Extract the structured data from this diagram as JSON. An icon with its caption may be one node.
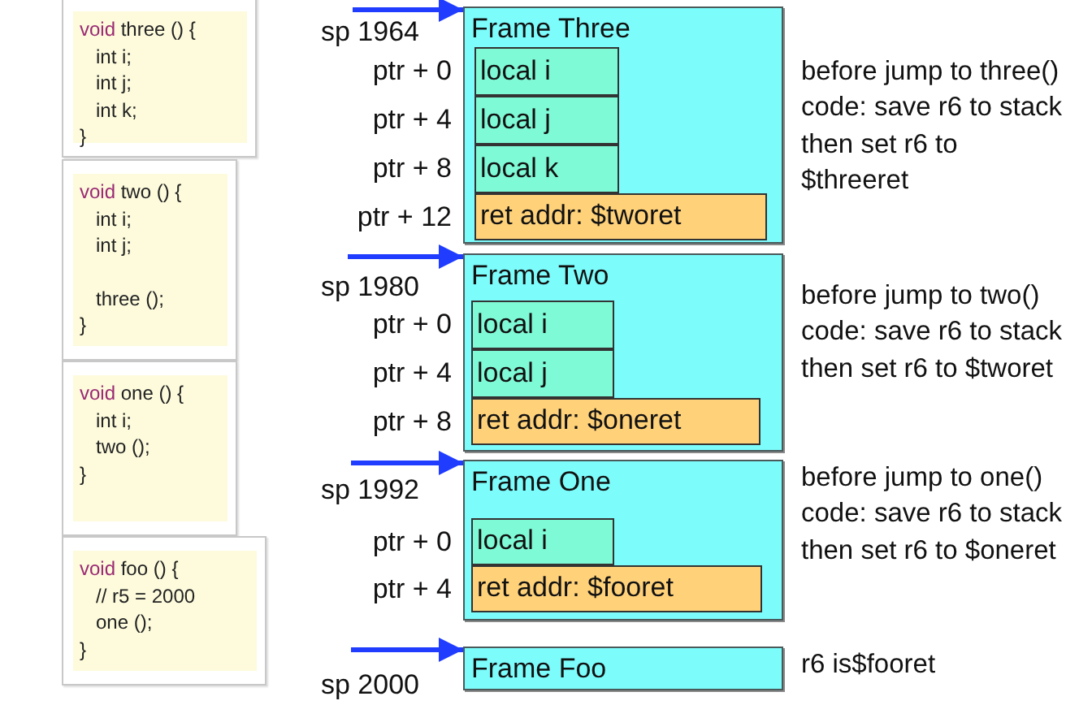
{
  "diagram": {
    "nodes": [
      {
        "text": [
          "void three () {",
          "int i;",
          "int j;",
          "int k;",
          "}"
        ]
      },
      {
        "text": [
          "void two () {",
          "int i;",
          "int j;",
          "three ();",
          "}"
        ]
      },
      {
        "text": [
          "void one () {",
          "int i;",
          "two ();",
          "}"
        ]
      },
      {
        "text": [
          "void foo () {",
          "// r5 = 2000",
          "one ();",
          "}"
        ]
      },
      {
        "text": [
          "Frame Three"
        ],
        "beside": [
          "sp 1964",
          "before jump to three() code: save r6 to stack then set r6 to $threeret"
        ]
      },
      {
        "text": [
          "local i"
        ],
        "in": 4,
        "beside": [
          "ptr + 0"
        ]
      },
      {
        "text": [
          "local j"
        ],
        "in": 4,
        "beside": [
          "ptr + 4"
        ]
      },
      {
        "text": [
          "local k"
        ],
        "in": 4,
        "beside": [
          "ptr + 8"
        ]
      },
      {
        "text": [
          "ret addr: $tworet"
        ],
        "in": 4,
        "beside": [
          "ptr + 12"
        ]
      },
      {
        "text": [
          "Frame Two"
        ],
        "beside": [
          "sp 1980",
          "before jump to two() code: save r6 to stack then set r6 to $tworet"
        ]
      },
      {
        "text": [
          "local i"
        ],
        "in": 9,
        "beside": [
          "ptr + 0"
        ]
      },
      {
        "text": [
          "local j"
        ],
        "in": 9,
        "beside": [
          "ptr + 4"
        ]
      },
      {
        "text": [
          "ret addr: $oneret"
        ],
        "in": 9,
        "beside": [
          "ptr + 8"
        ]
      },
      {
        "text": [
          "Frame One"
        ],
        "beside": [
          "sp 1992",
          "before jump to one() code: save r6 to stack then set r6 to $oneret"
        ]
      },
      {
        "text": [
          "local i"
        ],
        "in": 13,
        "beside": [
          "ptr + 0"
        ]
      },
      {
        "text": [
          "ret addr: $fooret"
        ],
        "in": 13,
        "beside": [
          "ptr + 4"
        ]
      },
      {
        "text": [
          "Frame Foo"
        ],
        "beside": [
          "sp 2000",
          "r6 is$fooret"
        ]
      }
    ],
    "edges": [
      {
        "from": null,
        "to": 4,
        "arrow": "to"
      },
      {
        "from": null,
        "to": 9,
        "arrow": "to"
      },
      {
        "from": null,
        "to": 13,
        "arrow": "to"
      },
      {
        "from": null,
        "to": 16,
        "arrow": "to"
      }
    ]
  }
}
